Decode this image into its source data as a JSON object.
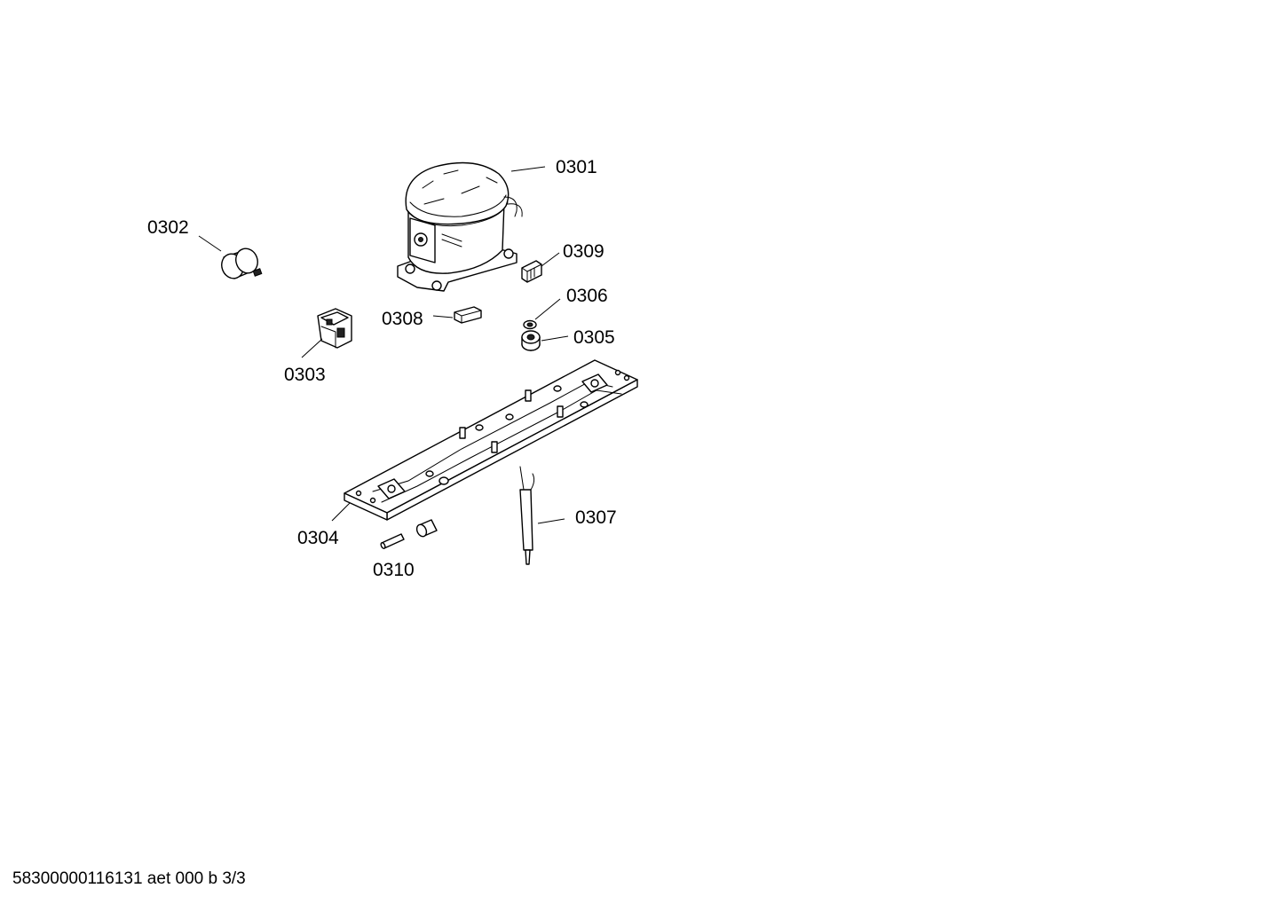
{
  "diagram": {
    "callouts": [
      {
        "id": "0301",
        "label": "0301",
        "part": "compressor"
      },
      {
        "id": "0302",
        "label": "0302",
        "part": "capacitor"
      },
      {
        "id": "0303",
        "label": "0303",
        "part": "relay"
      },
      {
        "id": "0304",
        "label": "0304",
        "part": "mounting-rail"
      },
      {
        "id": "0305",
        "label": "0305",
        "part": "grommet"
      },
      {
        "id": "0306",
        "label": "0306",
        "part": "washer"
      },
      {
        "id": "0307",
        "label": "0307",
        "part": "filter-drier"
      },
      {
        "id": "0308",
        "label": "0308",
        "part": "clip"
      },
      {
        "id": "0309",
        "label": "0309",
        "part": "clip"
      },
      {
        "id": "0310",
        "label": "0310",
        "part": "pin-and-sleeve"
      }
    ]
  },
  "footer": {
    "code": "58300000116131 aet 000 b 3/3"
  }
}
